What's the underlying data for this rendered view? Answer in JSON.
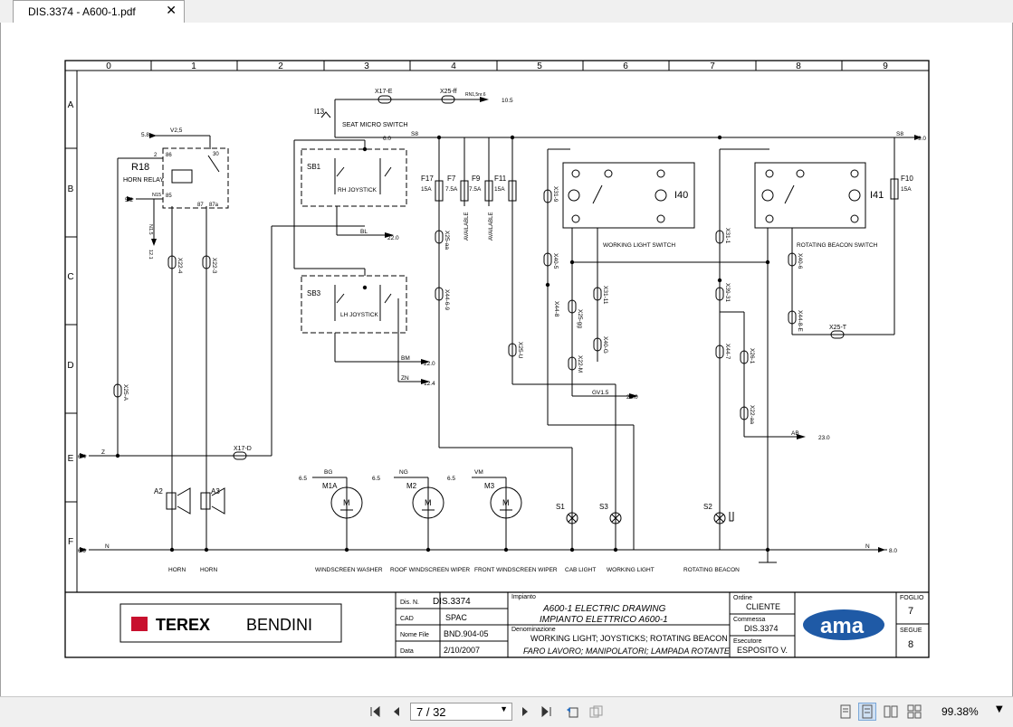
{
  "tab": {
    "title": "DIS.3374 - A600-1.pdf",
    "close": "✕"
  },
  "grid": {
    "cols": [
      "0",
      "1",
      "2",
      "3",
      "4",
      "5",
      "6",
      "7",
      "8",
      "9"
    ],
    "rows": [
      "A",
      "B",
      "C",
      "D",
      "E",
      "F"
    ]
  },
  "drawing": {
    "components": {
      "r18": "R18",
      "horn_relay": "HORN RELAY",
      "i13": "I13",
      "seat_micro_switch": "SEAT MICRO SWITCH",
      "sb1": "SB1",
      "rh_joystick": "RH JOYSTICK",
      "sb3": "SB3",
      "lh_joystick": "LH JOYSTICK",
      "f17": "F17",
      "f7": "F7",
      "f9": "F9",
      "f11": "F11",
      "f10": "F10",
      "f17_a": "15A",
      "f7_a": "7.5A",
      "f9_a": "7.5A",
      "f11_a": "15A",
      "f10_a": "15A",
      "available1": "AVAILABLE",
      "available2": "AVAILABLE",
      "i140": "I40",
      "i141": "I41",
      "working_light_switch": "WORKING LIGHT SWITCH",
      "rotating_beacon_switch": "ROTATING BEACON SWITCH",
      "a2": "A2",
      "a3": "A3",
      "m1a": "M1A",
      "m2": "M2",
      "m3": "M3",
      "s1": "S1",
      "s3": "S3",
      "s2": "S2",
      "motor_m": "M"
    },
    "connectors": {
      "x17e": "X17-E",
      "x25ff": "X25-ff",
      "x17d": "X17-D",
      "x25t": "X25-T",
      "x224": "X22-4",
      "x223": "X22-3",
      "x25a": "X25-A",
      "x25aa": "X25-aa",
      "x4469": "X44-6-9",
      "x25u": "X25-U",
      "x319": "X31-9",
      "x405": "X40-5",
      "x448": "X44-8",
      "x3111": "X31-11",
      "x25gg": "X25-gg",
      "x22m": "X22-M",
      "x40g": "X40-G",
      "x311": "X31-1",
      "x406": "X40-6",
      "x4493e": "X44-8-E",
      "x3931": "X39-31",
      "x447": "X44-7",
      "x261": "X26-1",
      "x22aa": "X22-aa"
    },
    "wires": {
      "v25": "V2,5",
      "v58": "5.8",
      "v52": "5.2",
      "n15": "N15",
      "n15b": "N1.5",
      "n121": "12.1",
      "s8a": "S8",
      "s8b": "S8",
      "v60": "6.0",
      "v90": "9.0",
      "v105": "10.5",
      "rn15nr": "RN1,5nr.6",
      "bl": "BL",
      "v220": "22.0",
      "bm": "BM",
      "v220b": "22.0",
      "zn": "ZN",
      "v124": "12.4",
      "gv15": "GV1.5",
      "v230": "23.0",
      "ab": "AB",
      "v230b": "23.0",
      "v64": "6.4",
      "z": "Z",
      "bg": "BG",
      "ng": "NG",
      "vm": "VM",
      "v65a": "6.5",
      "v65b": "6.5",
      "v65c": "6.5",
      "v69": "6.9",
      "n": "N",
      "n2": "N",
      "v80": "8.0",
      "t30": "30",
      "t87": "87",
      "t87a": "87a",
      "t85": "85",
      "t86": "86",
      "t2": "2"
    },
    "bottom_labels": {
      "horn1": "HORN",
      "horn2": "HORN",
      "windscreen_washer": "WINDSCREEN WASHER",
      "roof_wiper": "ROOF WINDSCREEN WIPER",
      "front_wiper": "FRONT WINDSCREEN WIPER",
      "cab_light": "CAB LIGHT",
      "working_light": "WORKING LIGHT",
      "rotating_beacon": "ROTATING BEACON"
    }
  },
  "title_block": {
    "logo_terex": "TEREX",
    "logo_bendini": "BENDINI",
    "dis_n_label": "Dis. N.",
    "dis_n_value": "DIS.3374",
    "cad_label": "CAD",
    "cad_value": "SPAC",
    "nome_file_label": "Nome File",
    "nome_file_value": "BND.904-05",
    "data_label": "Data",
    "data_value": "2/10/2007",
    "impianto_label": "Impianto",
    "impianto_line1": "A600-1  ELECTRIC  DRAWING",
    "impianto_line2": "IMPIANTO  ELETTRICO  A600-1",
    "denominazione_label": "Denominazione",
    "denominazione_line1": "WORKING LIGHT; JOYSTICKS; ROTATING BEACON",
    "denominazione_line2": "FARO LAVORO; MANIPOLATORI; LAMPADA ROTANTE",
    "ordine_label": "Ordine",
    "ordine_value": "CLIENTE",
    "commessa_label": "Commessa",
    "commessa_value": "DIS.3374",
    "esecutore_label": "Esecutore",
    "esecutore_value": "ESPOSITO V.",
    "ama_logo": "ama",
    "foglio_label": "FOGLIO",
    "foglio_value": "7",
    "segue_label": "SEGUE",
    "segue_value": "8"
  },
  "toolbar": {
    "page_value": "7 / 32",
    "zoom_value": "99.38%"
  }
}
